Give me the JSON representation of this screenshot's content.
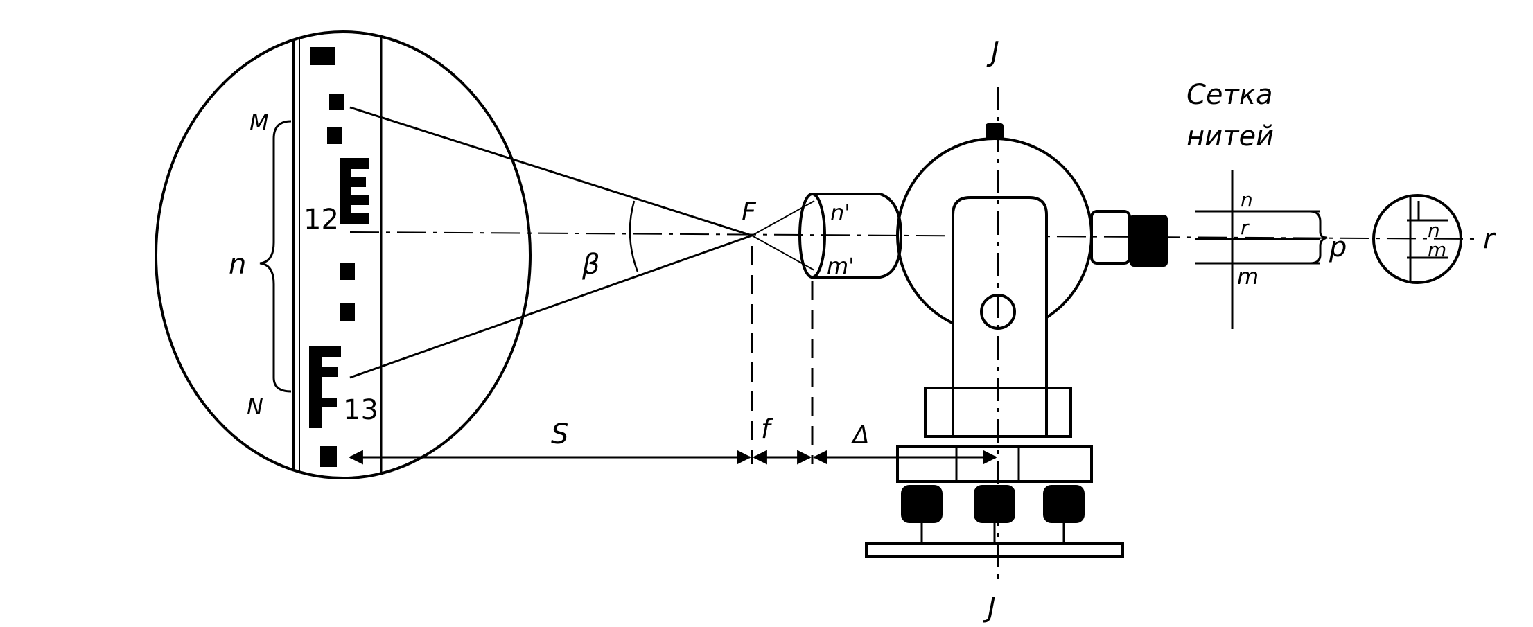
{
  "labels": {
    "rod_M": "M",
    "rod_N": "N",
    "rod_n": "n",
    "rod_12": "12",
    "rod_13": "13",
    "focus_F": "F",
    "angle_beta": "β",
    "lens_n_prime": "n'",
    "lens_m_prime": "m'",
    "axis_top": "J",
    "axis_bottom": "J",
    "reticle_title_1": "Сетка",
    "reticle_title_2": "нитей",
    "reticle_n": "n",
    "reticle_r": "r",
    "reticle_m": "m",
    "reticle_p": "p",
    "view_n": "n",
    "view_m": "m",
    "view_r": "r",
    "dist_S": "S",
    "dist_f": "f",
    "dist_delta": "Δ"
  }
}
